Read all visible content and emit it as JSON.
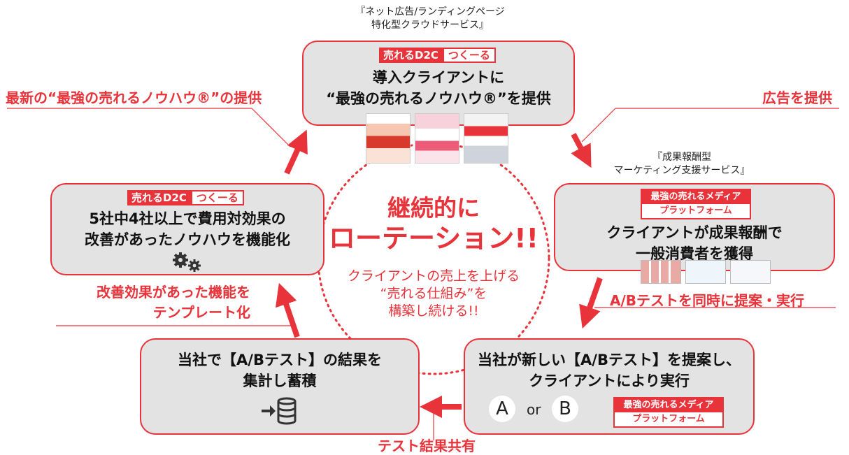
{
  "top_note": [
    "『ネット広告/ランディングページ",
    "特化型クラウドサービス』"
  ],
  "right_note": [
    "『成果報酬型",
    "マーケティング支援サービス』"
  ],
  "badge": {
    "part1": "売れるD2C",
    "part2": "つくーる"
  },
  "media_badge": {
    "line1": "最強の売れるメディア",
    "line2": "プラットフォーム"
  },
  "boxes": {
    "top": {
      "lines": [
        "導入クライアントに",
        "“最強の売れるノウハウ®”を提供"
      ]
    },
    "right": {
      "lines": [
        "クライアントが成果報酬で",
        "一般消費者を獲得"
      ]
    },
    "bottom_right": {
      "lines": [
        "当社が新しい【A/Bテスト】を提案し、",
        "クライアントにより実行"
      ],
      "ab": {
        "a": "A",
        "or": "or",
        "b": "B"
      }
    },
    "bottom_left": {
      "lines": [
        "当社で【A/Bテスト】の結果を",
        "集計し蓄積"
      ]
    },
    "left": {
      "lines": [
        "5社中4社以上で費用対効果の",
        "改善があったノウハウを機能化"
      ]
    }
  },
  "arrow_labels": {
    "top_left": "最新の“最強の売れるノウハウ®”の提供",
    "top_right": "広告を提供",
    "right": "A/Bテストを同時に提案・実行",
    "bottom": "テスト結果共有",
    "left": [
      "改善効果があった機能を",
      "テンプレート化"
    ]
  },
  "center": {
    "headline": [
      "継続的に",
      "ローテーション!!"
    ],
    "sub": [
      "クライアントの売上を上げる",
      "“売れる仕組み”を",
      "構築し続ける!!"
    ]
  },
  "colors": {
    "accent": "#e8333a",
    "box_bg": "#e3e3e3"
  },
  "icons": {
    "gears": "gears-icon",
    "database": "database-import-icon"
  }
}
